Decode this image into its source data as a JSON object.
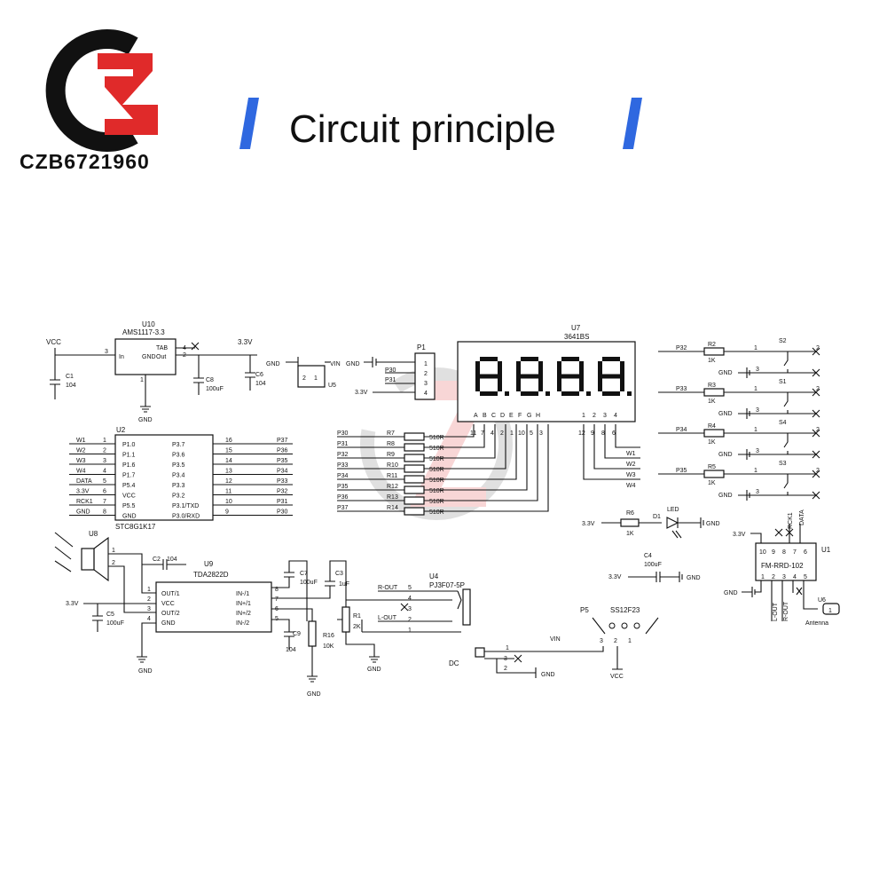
{
  "header": {
    "brand_text": "CZB6721960",
    "title": "Circuit principle",
    "accent_color": "#2f68e0",
    "logo_colors": {
      "c_ring": "#111111",
      "z_mark": "#e02a2a"
    }
  },
  "schematic": {
    "u10": {
      "ref": "U10",
      "part": "AMS1117-3.3",
      "pin_in": "In",
      "pin_gnd": "GND",
      "pin_out": "Out",
      "pin_tab": "TAB",
      "n1": "1",
      "n2": "2",
      "n3": "3",
      "n4": "4"
    },
    "power": {
      "vcc": "VCC",
      "v33": "3.3V",
      "gnd": "GND",
      "vin": "VIN"
    },
    "caps": {
      "c1": "C1",
      "c1v": "104",
      "c8": "C8",
      "c8v": "100uF",
      "c6": "C6",
      "c6v": "104",
      "c2": "C2",
      "c2v": "104",
      "c5": "C5",
      "c5v": "100uF",
      "c7": "C7",
      "c7v": "100uF",
      "c3": "C3",
      "c3v": "1uF",
      "c9": "C9",
      "c9v": "104",
      "c4": "C4",
      "c4v": "100uF"
    },
    "u5": {
      "ref": "U5",
      "p1": "1",
      "p2": "2"
    },
    "p1": {
      "ref": "P1",
      "nets": [
        "GND",
        "P30",
        "P31",
        "3.3V"
      ],
      "pins": [
        "1",
        "2",
        "3",
        "4"
      ]
    },
    "u7": {
      "ref": "U7",
      "part": "3641BS",
      "seg_letters": [
        "A",
        "B",
        "C",
        "D",
        "E",
        "F",
        "G",
        "H"
      ],
      "digit_labels": [
        "1",
        "2",
        "3",
        "4"
      ],
      "pins_left": [
        "11",
        "7",
        "4",
        "2",
        "1",
        "10",
        "5",
        "3"
      ],
      "pins_right": [
        "12",
        "9",
        "8",
        "6"
      ]
    },
    "u2": {
      "ref": "U2",
      "part": "STC8G1K17",
      "left_nets": [
        "W1",
        "W2",
        "W3",
        "W4",
        "DATA",
        "3.3V",
        "RCK1",
        "GND"
      ],
      "left_nums": [
        "1",
        "2",
        "3",
        "4",
        "5",
        "6",
        "7",
        "8"
      ],
      "left_pins": [
        "P1.0",
        "P1.1",
        "P1.6",
        "P1.7",
        "P5.4",
        "VCC",
        "P5.5",
        "GND"
      ],
      "right_pins": [
        "P3.7",
        "P3.6",
        "P3.5",
        "P3.4",
        "P3.3",
        "P3.2",
        "P3.1/TXD",
        "P3.0/RXD"
      ],
      "right_nums": [
        "16",
        "15",
        "14",
        "13",
        "12",
        "11",
        "10",
        "9"
      ],
      "right_nets": [
        "P37",
        "P36",
        "P35",
        "P34",
        "P33",
        "P32",
        "P31",
        "P30"
      ]
    },
    "resistor_bank": {
      "nets": [
        "P30",
        "P31",
        "P32",
        "P33",
        "P34",
        "P35",
        "P36",
        "P37"
      ],
      "refs": [
        "R7",
        "R8",
        "R9",
        "R10",
        "R11",
        "R12",
        "R13",
        "R14"
      ],
      "value": "510R"
    },
    "digit_nets": [
      "W1",
      "W2",
      "W3",
      "W4"
    ],
    "switches": [
      {
        "net": "P32",
        "r": "R2",
        "rv": "1K",
        "s": "S2",
        "p1": "1",
        "p2": "2",
        "p3": "3"
      },
      {
        "net": "P33",
        "r": "R3",
        "rv": "1K",
        "s": "S1",
        "p1": "1",
        "p2": "2",
        "p3": "3"
      },
      {
        "net": "P34",
        "r": "R4",
        "rv": "1K",
        "s": "S4",
        "p1": "1",
        "p2": "2",
        "p3": "3"
      },
      {
        "net": "P35",
        "r": "R5",
        "rv": "1K",
        "s": "S3",
        "p1": "1",
        "p2": "2",
        "p3": "3"
      }
    ],
    "led": {
      "v": "3.3V",
      "r": "R6",
      "rv": "1K",
      "d": "D1",
      "label": "LED",
      "gnd": "GND"
    },
    "u1": {
      "ref": "U1",
      "part": "FM-RRD-102",
      "top_pins": [
        "10",
        "9",
        "8",
        "7",
        "6"
      ],
      "bottom_pins": [
        "1",
        "2",
        "3",
        "4",
        "5"
      ],
      "rck": "RCK1",
      "data": "DATA",
      "lout": "L-OUT",
      "rout": "R-OUT"
    },
    "u6": {
      "ref": "U6",
      "pin": "1",
      "label": "Antenna"
    },
    "u8": {
      "ref": "U8",
      "p1": "1",
      "p2": "2"
    },
    "u9": {
      "ref": "U9",
      "part": "TDA2822D",
      "left_pins": [
        "OUT/1",
        "VCC",
        "OUT/2",
        "GND"
      ],
      "left_nums": [
        "1",
        "2",
        "3",
        "4"
      ],
      "right_pins": [
        "IN-/1",
        "IN+/1",
        "IN+/2",
        "IN-/2"
      ],
      "right_nums": [
        "8",
        "7",
        "6",
        "5"
      ]
    },
    "r1": {
      "ref": "R1",
      "value": "2K"
    },
    "r16": {
      "ref": "R16",
      "value": "10K"
    },
    "u4": {
      "ref": "U4",
      "part": "PJ3F07-5P",
      "rout": "R-OUT",
      "lout": "L-OUT",
      "pins": [
        "5",
        "4",
        "3",
        "2",
        "1"
      ]
    },
    "p5": {
      "ref": "P5",
      "part": "SS12F23",
      "pins": [
        "3",
        "2",
        "1"
      ],
      "vin": "VIN",
      "vcc": "VCC"
    },
    "dc": {
      "label": "DC",
      "pins": [
        "1",
        "3",
        "2"
      ],
      "gnd": "GND"
    }
  }
}
